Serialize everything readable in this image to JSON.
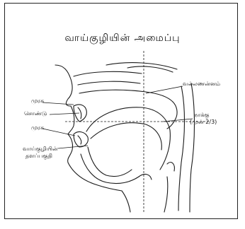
{
  "title": "வாய்குழியின் அமைப்பு",
  "labels": {
    "upper_lip": "முரசு",
    "teeth": "சொண்டு",
    "lower_lip": "முரசு",
    "floor_1": "வாய்குழியின்",
    "floor_2": "தளப்பகுதி",
    "palate": "வல்லணன்னம்",
    "tongue_1": "நாக்கு",
    "tongue_2": "(முன் 2/3)"
  },
  "colors": {
    "ink": "#1a1a1a",
    "frame": "#222222"
  }
}
